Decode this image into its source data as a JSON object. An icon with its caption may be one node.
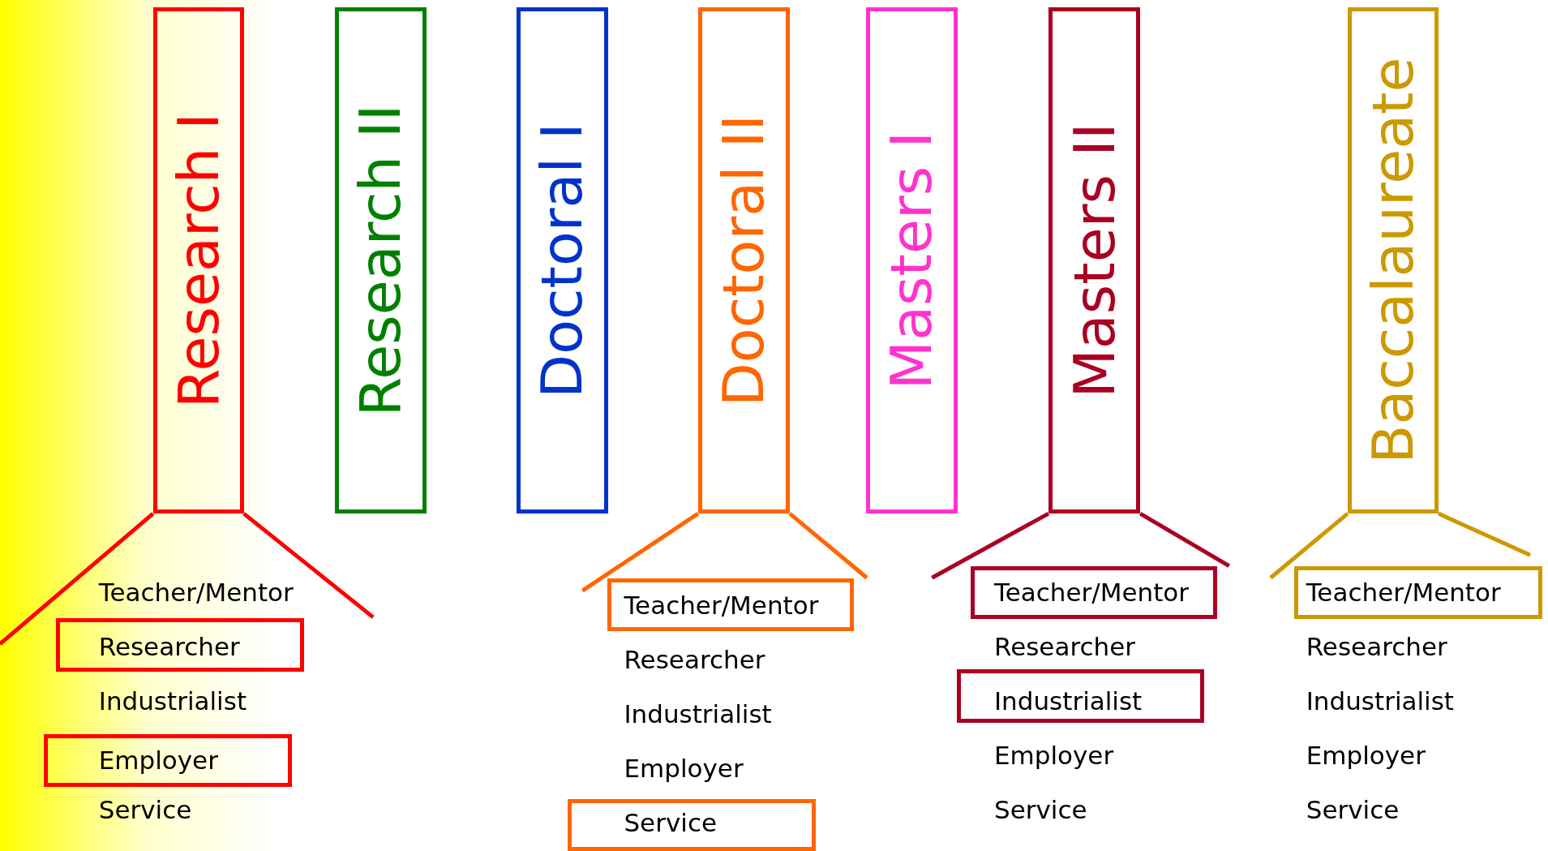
{
  "diagram": {
    "nodes": [
      {
        "text": [
          "Research I"
        ]
      },
      {
        "text": [
          "Research II"
        ]
      },
      {
        "text": [
          "Doctoral I"
        ]
      },
      {
        "text": [
          "Doctoral II"
        ]
      },
      {
        "text": [
          "Masters I"
        ]
      },
      {
        "text": [
          "Masters II"
        ]
      },
      {
        "text": [
          "Baccalaureate"
        ]
      },
      {
        "text": [
          "Researcher"
        ]
      },
      {
        "text": [
          "Employer"
        ]
      },
      {
        "text": [
          "Teacher/Mentor"
        ]
      },
      {
        "text": [
          "Service"
        ]
      },
      {
        "text": [
          "Teacher/Mentor"
        ]
      },
      {
        "text": [
          "Industrialist"
        ]
      },
      {
        "text": [
          "Teacher/Mentor"
        ]
      }
    ],
    "labels": [
      "Teacher/Mentor",
      "Industrialist",
      "Service",
      "Researcher",
      "Industrialist",
      "Employer",
      "Researcher",
      "Employer",
      "Service",
      "Researcher",
      "Industrialist",
      "Employer",
      "Service"
    ]
  }
}
